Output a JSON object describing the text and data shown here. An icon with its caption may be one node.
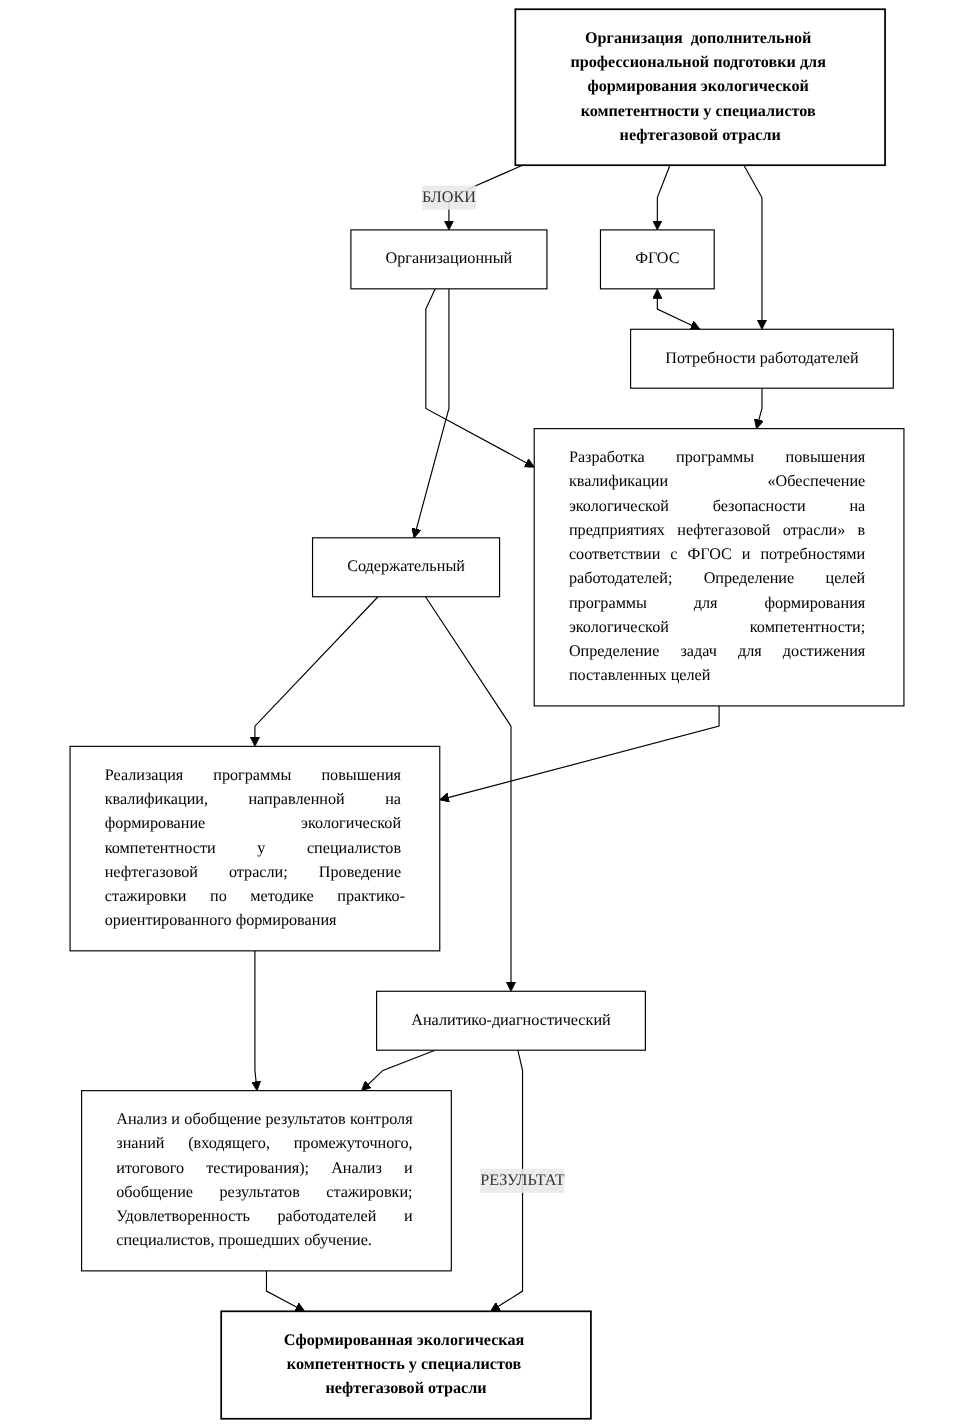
{
  "diagram": {
    "nodes": [
      {
        "text": [
          "Организация  дополнительной профессиональной подготовки для формирования экологической компетентности у специалистов нефтегазовой отрасли"
        ]
      },
      {
        "text": [
          "ФГОС"
        ]
      },
      {
        "text": [
          "Потребности работодателей"
        ]
      },
      {
        "text": [
          "Организационный"
        ]
      },
      {
        "text": [
          "Разработка программы повышения квалификации «Обеспечение экологической безопасности на предприятиях нефтегазовой отрасли» в соответствии с ФГОС и потребностями работодателей; Определение целей программы для формирования экологической компетентности; Определение задач для достижения поставленных целей"
        ]
      },
      {
        "text": [
          "Содержательный"
        ]
      },
      {
        "text": [
          "Реализация программы повышения квалификации, направленной на формирование экологической компетентности у специалистов нефтегазовой отрасли; Проведение стажировки по методике практико-ориентированного формирования"
        ]
      },
      {
        "text": [
          "Аналитико-диагностический"
        ]
      },
      {
        "text": [
          "Анализ и обобщение результатов контроля знаний (входящего, промежуточного, итогового тестирования); Анализ и обобщение результатов стажировки; Удовлетворенность работодателей и специалистов, прошедших обучение."
        ]
      },
      {
        "text": [
          "Сформированная экологическая компетентность у специалистов нефтегазовой отрасли"
        ]
      }
    ],
    "edges": [
      {
        "from": 0,
        "to": 3,
        "arrow": "to",
        "label": "БЛОКИ"
      },
      {
        "from": 0,
        "to": 1,
        "arrow": "to"
      },
      {
        "from": 0,
        "to": 2,
        "arrow": "to"
      },
      {
        "from": 1,
        "to": 2,
        "arrow": "both"
      },
      {
        "from": 2,
        "to": 4,
        "arrow": "to"
      },
      {
        "from": 3,
        "to": 4,
        "arrow": "to"
      },
      {
        "from": 3,
        "to": 5,
        "arrow": "to"
      },
      {
        "from": 4,
        "to": 6,
        "arrow": "to"
      },
      {
        "from": 5,
        "to": 6,
        "arrow": "to"
      },
      {
        "from": 5,
        "to": 7,
        "arrow": "to"
      },
      {
        "from": 6,
        "to": 8,
        "arrow": "to"
      },
      {
        "from": 7,
        "to": 8,
        "arrow": "to"
      },
      {
        "from": 7,
        "to": 9,
        "arrow": "to",
        "label": "РЕЗУЛЬТАТ"
      },
      {
        "from": 8,
        "to": 9,
        "arrow": "to"
      }
    ]
  }
}
